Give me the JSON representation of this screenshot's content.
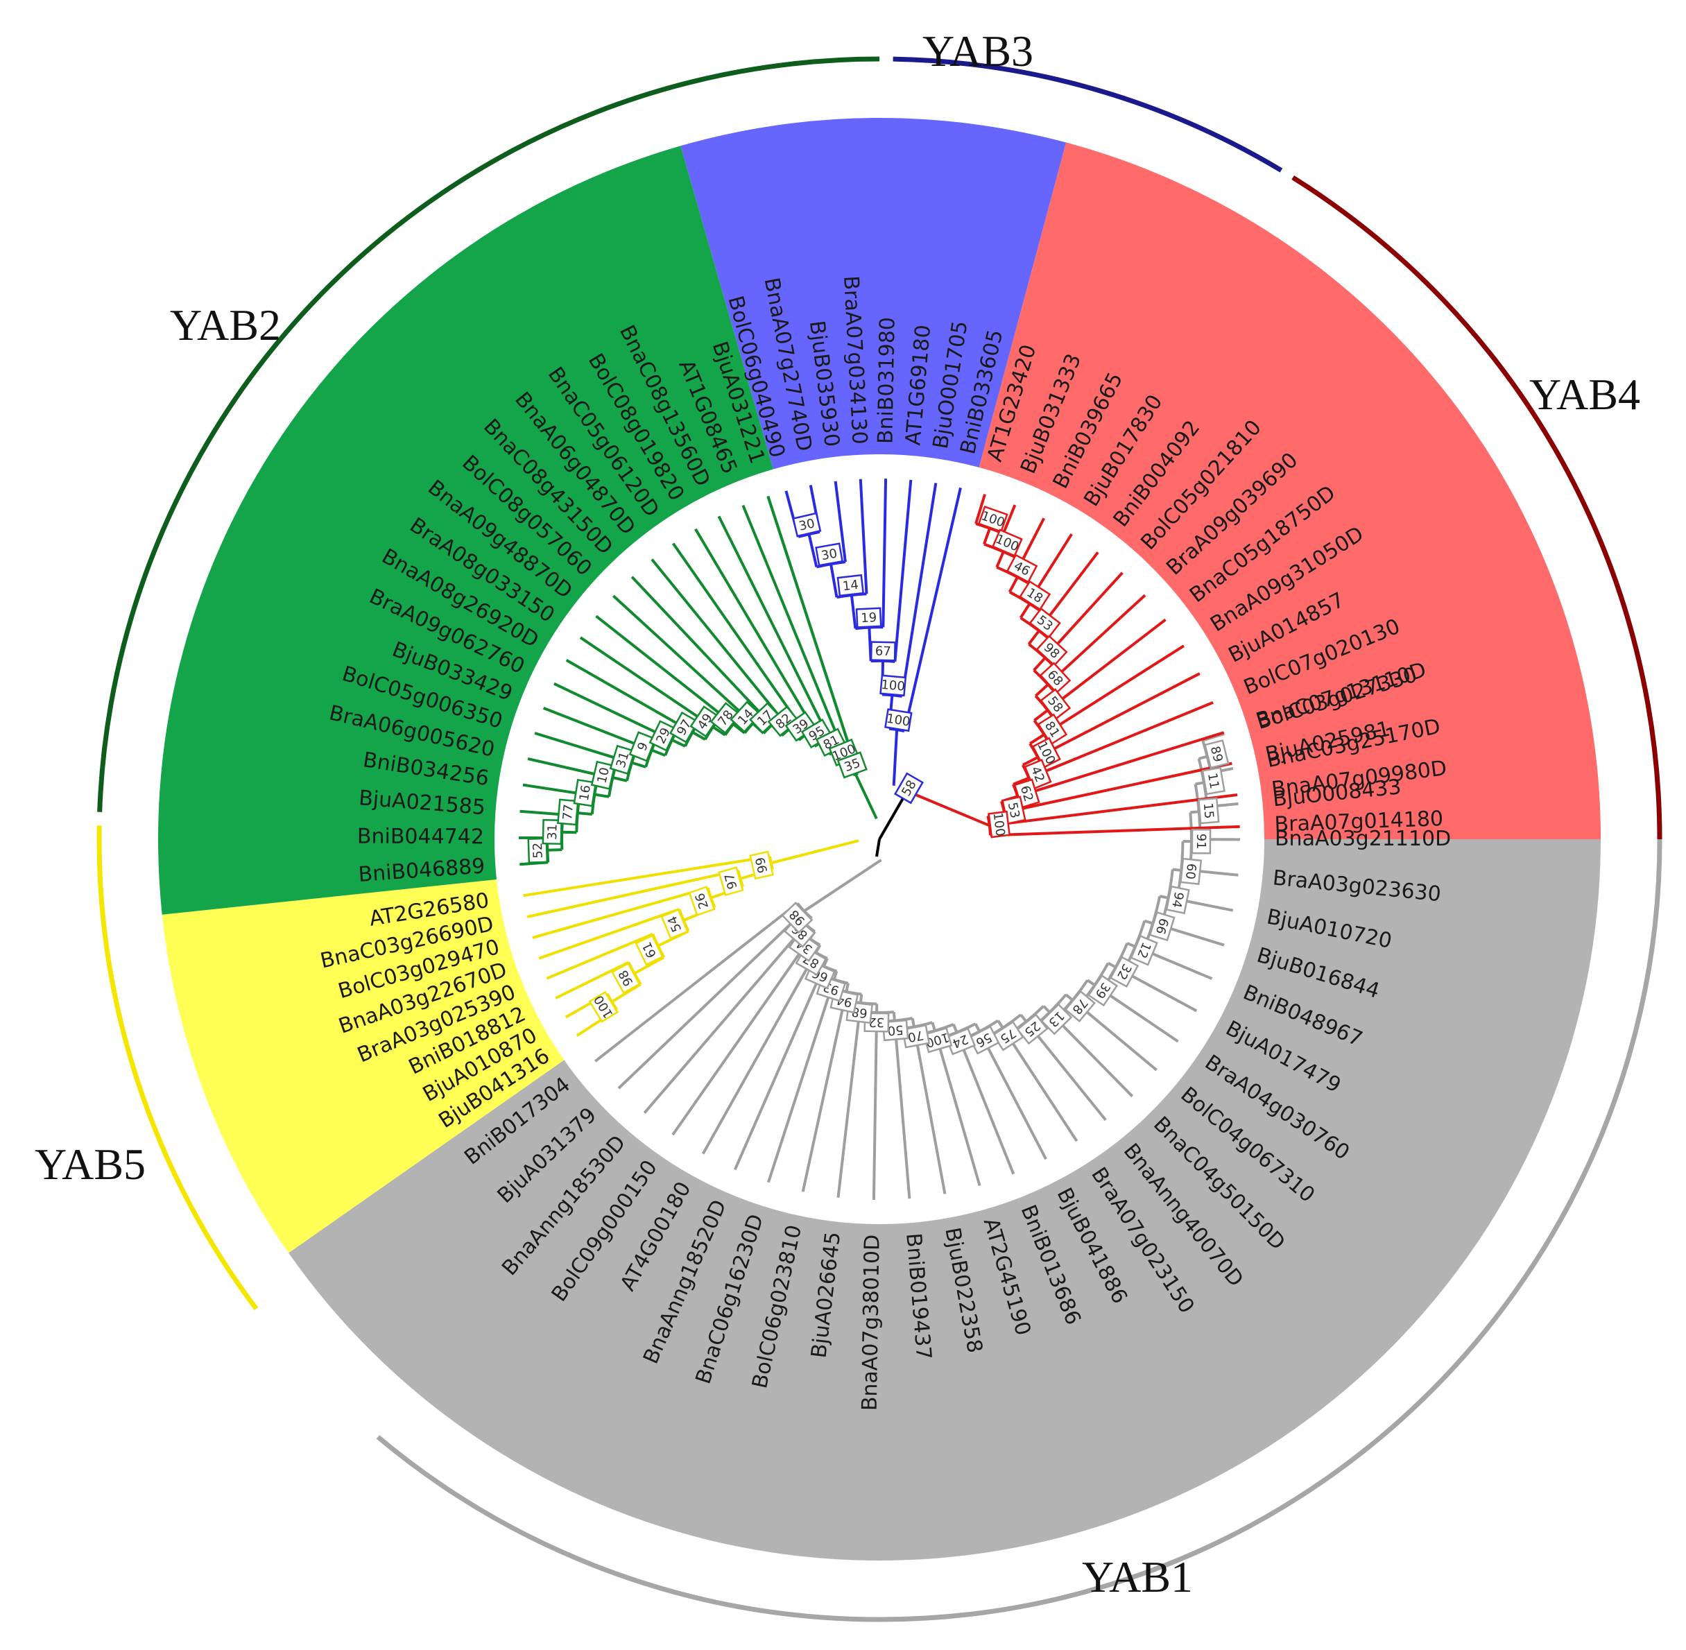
{
  "groups": {
    "YAB1": {
      "label": "YAB1",
      "fill": "#b3b3b3",
      "line": "#9e9e9e",
      "arc": "#a6a6a6",
      "tips": [
        "BolC03g027330",
        "BnaC03g25170D",
        "BjuO008433",
        "BnaA03g21110D",
        "BraA03g023630",
        "BjuA010720",
        "BjuB016844",
        "BniB048967",
        "BjuA017479",
        "BraA04g030760",
        "BolC04g067310",
        "BnaC04g50150D",
        "BnaAnng40070D",
        "BraA07g023150",
        "BjuB041886",
        "BniB013686",
        "AT2G45190",
        "BjuB022358",
        "BniB019437",
        "BnaA07g38010D",
        "BjuA026645",
        "BolC06g023810",
        "BnaC06g16230D",
        "BnaAnng18520D",
        "AT4G00180",
        "BolC09g000150",
        "BnaAnng18530D",
        "BjuA031379",
        "BniB017304"
      ],
      "bootstraps": [
        "89",
        "11",
        "15",
        "91",
        "60",
        "94",
        "66",
        "12",
        "32",
        "39",
        "78",
        "13",
        "25",
        "75",
        "56",
        "24",
        "100",
        "70",
        "50",
        "32",
        "68",
        "94",
        "93",
        "66",
        "87",
        "34",
        "86",
        "98"
      ]
    },
    "YAB5": {
      "label": "YAB5",
      "fill": "#ffff55",
      "line": "#f0e000",
      "arc": "#f5e600",
      "tips": [
        "BjuB041316",
        "BjuA010870",
        "BniB018812",
        "BraA03g025390",
        "BnaA03g22670D",
        "BolC03g029470",
        "BnaC03g26690D",
        "AT2G26580"
      ],
      "bootstraps": [
        "100",
        "98",
        "61",
        "54",
        "26",
        "97",
        "99"
      ]
    },
    "YAB2": {
      "label": "YAB2",
      "fill": "#14a54a",
      "line": "#128a30",
      "arc": "#0d5e1d",
      "tips": [
        "BniB046889",
        "BniB044742",
        "BjuA021585",
        "BniB034256",
        "BraA06g005620",
        "BolC05g006350",
        "BjuB033429",
        "BraA09g062760",
        "BnaA08g26920D",
        "BraA08g033150",
        "BnaA09g48870D",
        "BolC08g057060",
        "BnaC08g43150D",
        "BnaA06g04870D",
        "BnaC05g06120D",
        "BolC08g019820",
        "BnaC08g13560D",
        "AT1G08465",
        "BjuA031221"
      ],
      "bootstraps": [
        "52",
        "31",
        "77",
        "16",
        "10",
        "31",
        "9",
        "29",
        "97",
        "49",
        "78",
        "14",
        "17",
        "82",
        "39",
        "95",
        "81",
        "100",
        "35"
      ]
    },
    "YAB3": {
      "label": "YAB3",
      "fill": "#6666ff",
      "line": "#2a2ae0",
      "arc": "#1a1a8c",
      "tips": [
        "BolC06g040490",
        "BnaA07g27740D",
        "BjuB035930",
        "BraA07g034130",
        "BniB031980",
        "AT1G69180",
        "BjuO001705",
        "BniB033605"
      ],
      "bootstraps": [
        "30",
        "30",
        "14",
        "19",
        "67",
        "100",
        "100"
      ]
    },
    "YAB4": {
      "label": "YAB4",
      "fill": "#ff6b6b",
      "line": "#e21818",
      "arc": "#8b0000",
      "tips": [
        "AT1G23420",
        "BjuB031333",
        "BniB039665",
        "BjuB017830",
        "BniB004092",
        "BolC05g021810",
        "BraA09g039690",
        "BnaC05g18750D",
        "BnaA09g31050D",
        "BjuA014857",
        "BolC07g020130",
        "BnaC07g13110D",
        "BjuA025981",
        "BnaA07g09980D",
        "BraA07g014180"
      ],
      "bootstraps": [
        "100",
        "100",
        "46",
        "18",
        "53",
        "98",
        "68",
        "58",
        "81",
        "100",
        "42",
        "62",
        "53",
        "100"
      ]
    }
  },
  "root_bootstrap": "58",
  "colors": {
    "root_line": "#000000"
  }
}
